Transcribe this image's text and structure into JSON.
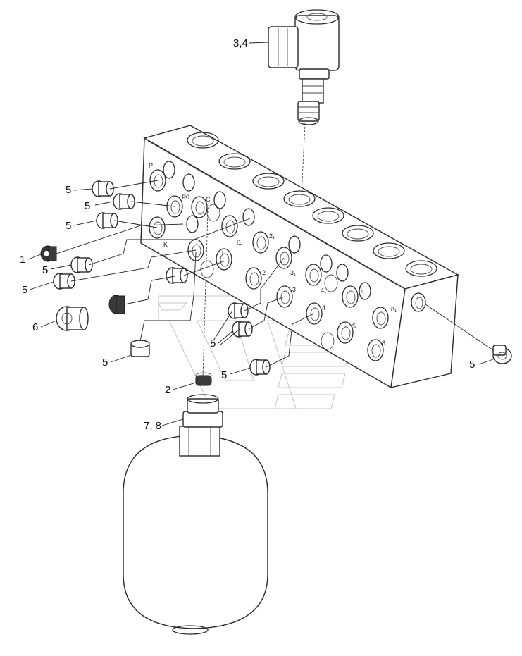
{
  "callouts": {
    "c1": "1",
    "c2": "2",
    "c34": "3,4",
    "c5a": "5",
    "c5b": "5",
    "c5c": "5",
    "c5d": "5",
    "c5e": "5",
    "c5f": "5",
    "c5g": "5",
    "c5h": "5",
    "c5i": "5",
    "c6": "6",
    "c78": "7, 8"
  },
  "port_labels": {
    "p": "P",
    "p0": "P0",
    "c": "C",
    "k": "K",
    "l1": "l1",
    "l": "l",
    "z1": "2₁",
    "z": "2",
    "t1": "3₁",
    "t": "3",
    "f1": "4₁",
    "f": "4",
    "s1": "6₁",
    "s": "5",
    "e1": "8₁",
    "e": "8"
  },
  "colors": {
    "line": "#2b2b2b",
    "fill": "#ffffff",
    "shade": "#d9d9d9",
    "watermark": "#c7c7c7"
  }
}
